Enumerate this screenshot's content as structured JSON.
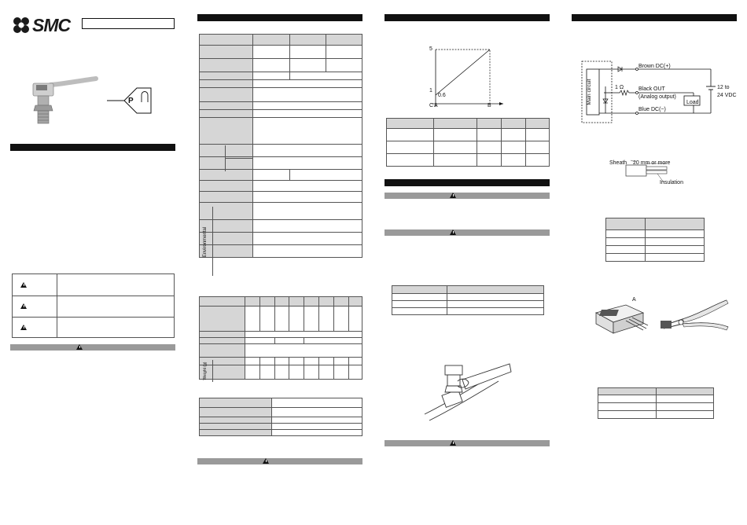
{
  "header": {
    "logo_text": "SMC"
  },
  "diagram": {
    "symbol_letter": "P",
    "graph": {
      "y_top_label": "5",
      "y_bottom_label": "1",
      "x_offset_label": "0.6",
      "x_labels": [
        "C",
        "A",
        "B"
      ]
    },
    "wiring": {
      "main_circuit_label": "Main circuit",
      "resistor_label": "1 Ω",
      "brown_label": "Brown DC(+)",
      "black_label": "Black OUT",
      "analog_label": "(Analog output)",
      "blue_label": "Blue DC(−)",
      "load_label": "Load",
      "supply_line1": "12 to",
      "supply_line2": "24 VDC"
    },
    "cable": {
      "sheath_label": "Sheath",
      "length_label": "20 mm or more",
      "insulation_label": "Insulation"
    },
    "connector": {
      "label_a": "A"
    }
  },
  "spec_table_side_label": "Environmental",
  "weight_side_label": "Weight (g)",
  "colors": {
    "header_bar": "#111111",
    "warning_bar": "#9a9a9a",
    "table_header": "#d6d6d6"
  }
}
